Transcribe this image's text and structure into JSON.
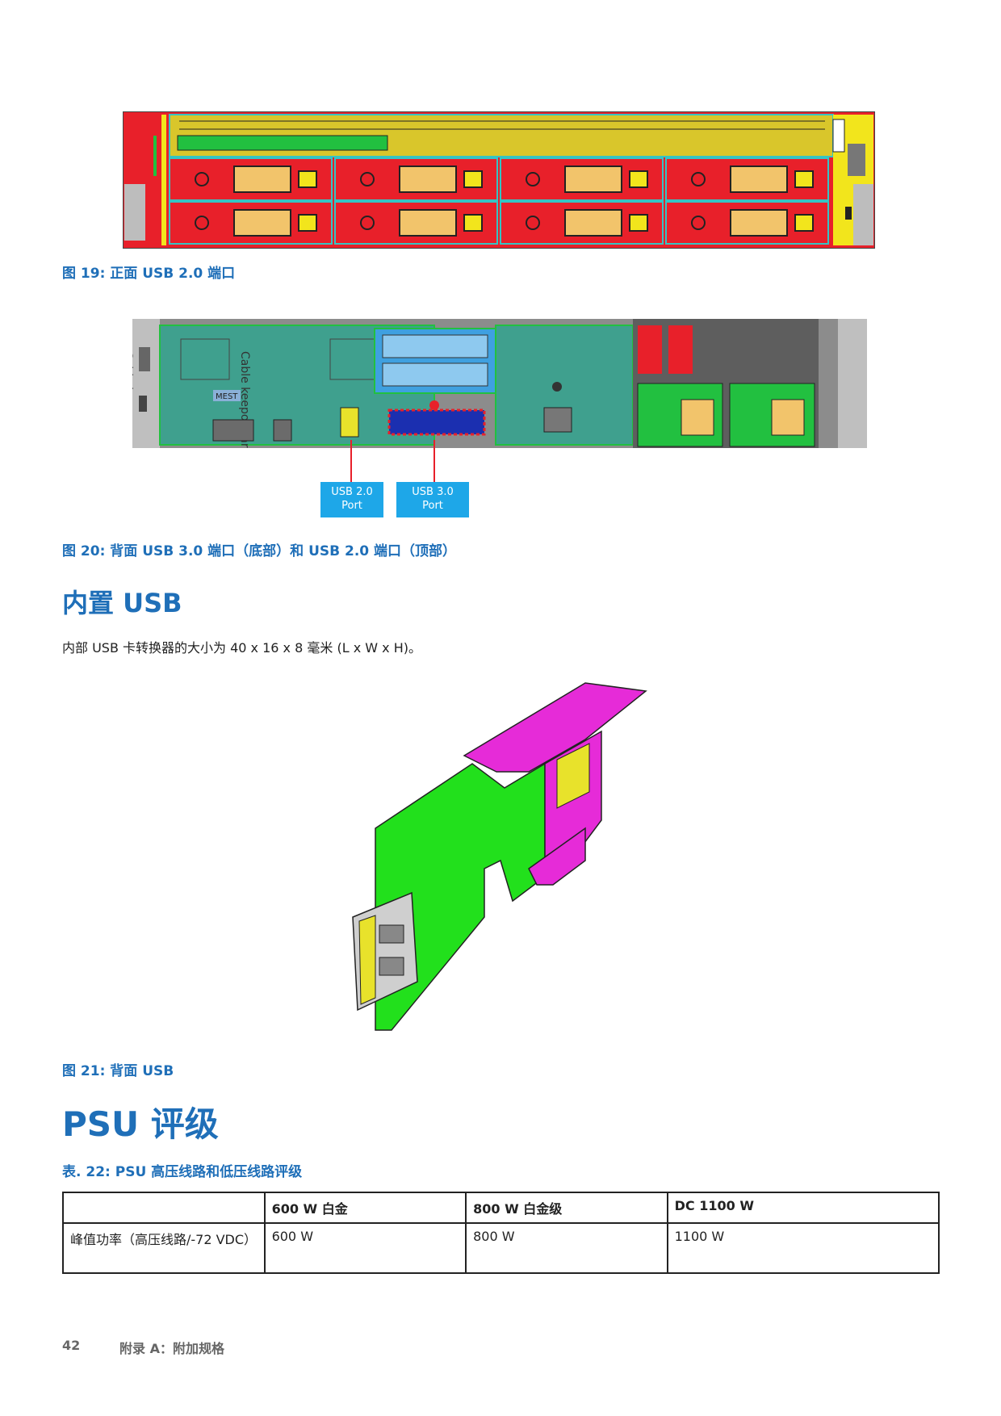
{
  "figure19": {
    "caption": "图 19: 正面 USB 2.0 端口"
  },
  "figure20": {
    "caption": "图 20: 背面 USB 3.0 端口（底部）和 USB 2.0 端口（顶部）",
    "callout_usb2": "USB 2.0\nPort",
    "callout_usb3": "USB 3.0\nPort",
    "labels": {
      "cable_keepout": "Cable keepout area",
      "mest": "MEST"
    }
  },
  "internal_usb": {
    "heading": "内置 USB",
    "description": "内部 USB 卡转换器的大小为 40 x 16 x 8 毫米 (L x W x H)。"
  },
  "figure21": {
    "caption": "图 21: 背面 USB"
  },
  "psu": {
    "heading": "PSU 评级",
    "table_caption": "表. 22: PSU 高压线路和低压线路评级",
    "columns": [
      "",
      "600 W 白金",
      "800 W 白金级",
      "DC 1100 W"
    ],
    "rows": [
      [
        "峰值功率（高压线路/-72 VDC）",
        "600 W",
        "800 W",
        "1100 W"
      ]
    ]
  },
  "footer": {
    "page_number": "42",
    "section": "附录 A：附加规格"
  },
  "colors": {
    "heading_blue": "#1f6fb8",
    "callout_blue": "#1ea7e8",
    "chassis_red": "#e8202a",
    "board_green": "#22e01c",
    "bracket_magenta": "#e62bd8"
  }
}
